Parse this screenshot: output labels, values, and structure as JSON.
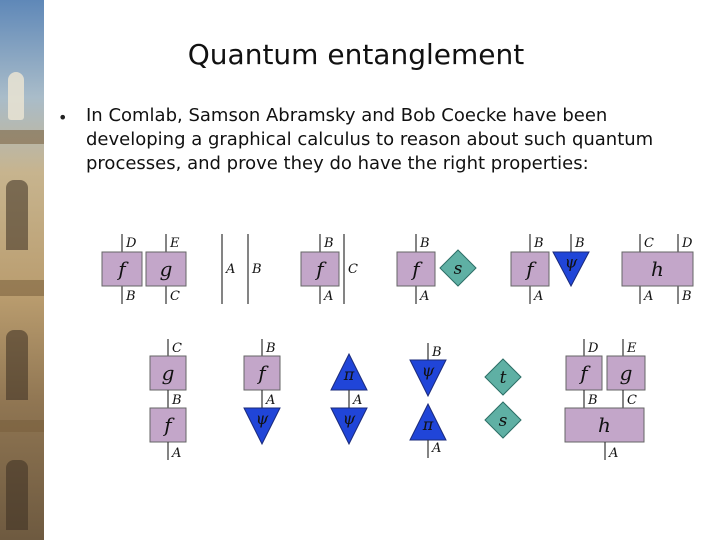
{
  "slide": {
    "title": "Quantum entanglement",
    "bullet": "In Comlab, Samson Abramsky and Bob Coecke have been developing a graphical calculus to reason about such quantum processes, and prove they do have the right properties:"
  },
  "diagram": {
    "colors": {
      "box": "#c3a6c9",
      "triangle": "#2045d8",
      "diamond": "#5fb0a4",
      "stroke": "#666666"
    },
    "labels": {
      "f": "f",
      "g": "g",
      "h": "h",
      "s": "s",
      "t": "t",
      "psi": "ψ",
      "pi": "π",
      "A": "A",
      "B": "B",
      "C": "C",
      "D": "D",
      "E": "E"
    }
  }
}
